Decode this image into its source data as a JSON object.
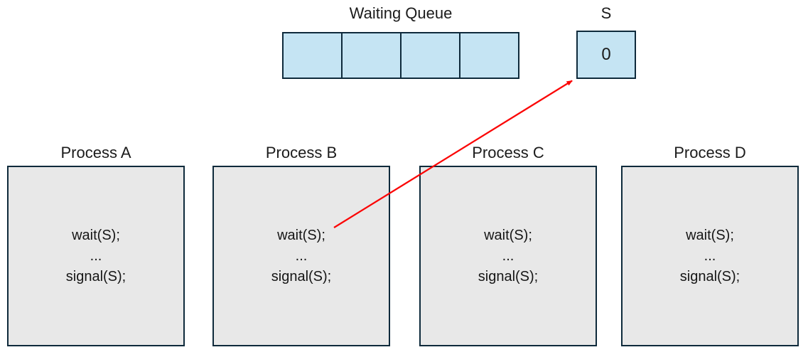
{
  "waiting_queue": {
    "label": "Waiting Queue",
    "cells": [
      "",
      "",
      "",
      ""
    ]
  },
  "semaphore": {
    "label": "S",
    "value": "0"
  },
  "processes": [
    {
      "title": "Process A",
      "lines": {
        "0": "wait(S);",
        "1": "...",
        "2": "signal(S);"
      }
    },
    {
      "title": "Process B",
      "lines": {
        "0": "wait(S);",
        "1": "...",
        "2": "signal(S);"
      }
    },
    {
      "title": "Process C",
      "lines": {
        "0": "wait(S);",
        "1": "...",
        "2": "signal(S);"
      }
    },
    {
      "title": "Process D",
      "lines": {
        "0": "wait(S);",
        "1": "...",
        "2": "signal(S);"
      }
    }
  ],
  "arrow": {
    "from": "process-b-wait-call",
    "to": "semaphore-box",
    "color": "#fb0505"
  },
  "colors": {
    "fill_blue": "#c5e4f3",
    "fill_gray": "#e8e8e8",
    "border_dark": "#0e2a3b",
    "arrow_red": "#fb0505"
  }
}
